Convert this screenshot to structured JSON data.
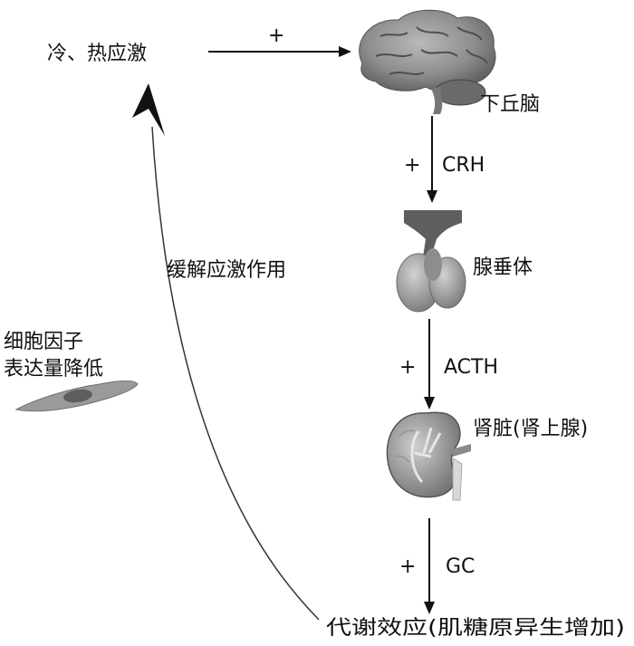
{
  "nodes": {
    "stimulus": "冷、热应激",
    "hypothalamus": "下丘脑",
    "pituitary": "腺垂体",
    "adrenal": "肾脏(肾上腺)",
    "metabolic": "代谢效应(肌糖原异生增加)",
    "cytokine_line1": "细胞因子",
    "cytokine_line2": "表达量降低"
  },
  "edges": {
    "stimulus_sign": "+",
    "crh_sign": "+",
    "crh": "CRH",
    "acth_sign": "+",
    "acth": "ACTH",
    "gc_sign": "+",
    "gc": "GC",
    "feedback": "缓解应激作用"
  },
  "icons": {
    "hypothalamus": "brain-icon",
    "pituitary": "pituitary-gland-icon",
    "adrenal": "kidney-icon",
    "cytokine": "cell-icon"
  }
}
